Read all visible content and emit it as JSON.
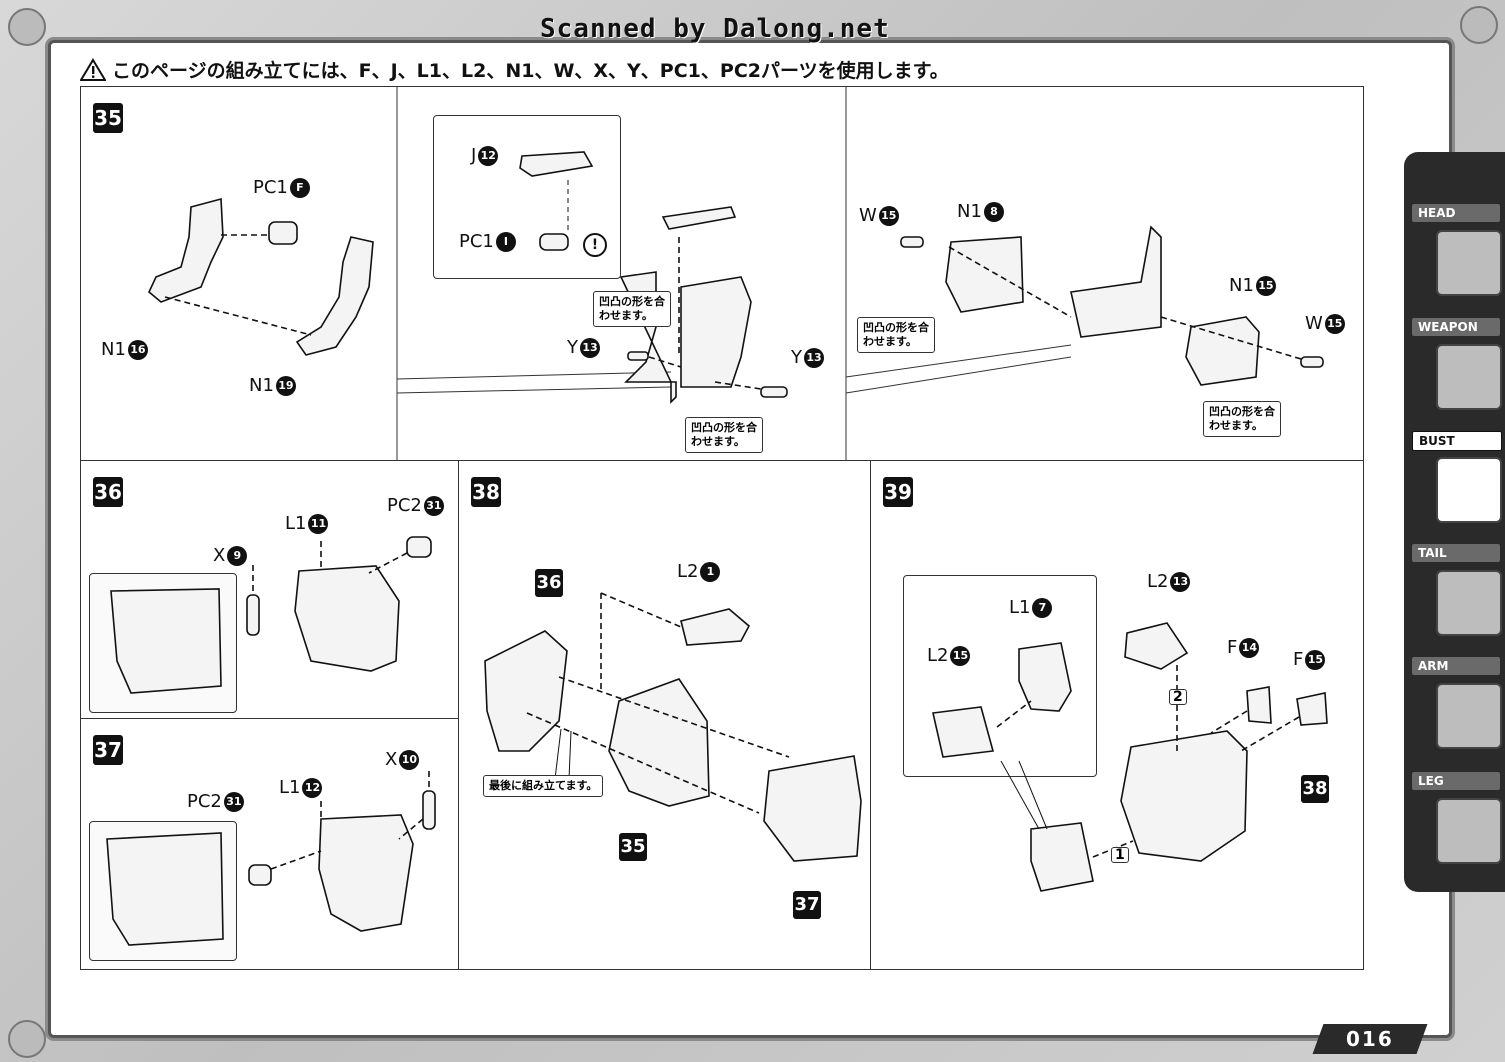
{
  "scan_credit": "Scanned by Dalong.net",
  "notice": "このページの組み立てには、F、J、L1、L2、N1、W、X、Y、PC1、PC2パーツを使用します。",
  "steps": {
    "s35": {
      "number": "35",
      "parts": {
        "pc1_f": {
          "name": "PC1",
          "num": "F"
        },
        "n1_16": {
          "name": "N1",
          "num": "16"
        },
        "n1_19": {
          "name": "N1",
          "num": "19"
        },
        "j_12": {
          "name": "J",
          "num": "12"
        },
        "pc1_i": {
          "name": "PC1",
          "num": "I"
        },
        "y_13a": {
          "name": "Y",
          "num": "13"
        },
        "y_13b": {
          "name": "Y",
          "num": "13"
        },
        "w_15a": {
          "name": "W",
          "num": "15"
        },
        "n1_8": {
          "name": "N1",
          "num": "8"
        },
        "n1_15": {
          "name": "N1",
          "num": "15"
        },
        "w_15b": {
          "name": "W",
          "num": "15"
        }
      },
      "caution": "!",
      "callout_a": [
        "凹凸の形を合",
        "わせます。"
      ],
      "callout_b": [
        "凹凸の形を合",
        "わせます。"
      ],
      "callout_c": [
        "凹凸の形を合",
        "わせます。"
      ],
      "callout_d": [
        "凹凸の形を合",
        "わせます。"
      ]
    },
    "s36": {
      "number": "36",
      "parts": {
        "x_9": {
          "name": "X",
          "num": "9"
        },
        "l1_11": {
          "name": "L1",
          "num": "11"
        },
        "pc2_31": {
          "name": "PC2",
          "num": "31"
        }
      }
    },
    "s37": {
      "number": "37",
      "parts": {
        "x_10": {
          "name": "X",
          "num": "10"
        },
        "l1_12": {
          "name": "L1",
          "num": "12"
        },
        "pc2_31": {
          "name": "PC2",
          "num": "31"
        }
      }
    },
    "s38": {
      "number": "38",
      "parts": {
        "l2_1": {
          "name": "L2",
          "num": "1"
        }
      },
      "ref_36": "36",
      "ref_35": "35",
      "ref_37": "37",
      "note": "最後に組み立てます。"
    },
    "s39": {
      "number": "39",
      "parts": {
        "l1_7": {
          "name": "L1",
          "num": "7"
        },
        "l2_15": {
          "name": "L2",
          "num": "15"
        },
        "l2_13": {
          "name": "L2",
          "num": "13"
        },
        "f_14": {
          "name": "F",
          "num": "14"
        },
        "f_15": {
          "name": "F",
          "num": "15"
        }
      },
      "ref_38": "38",
      "order_1": "1",
      "order_2": "2"
    }
  },
  "side_tabs": [
    {
      "label": "HEAD",
      "active": false
    },
    {
      "label": "WEAPON",
      "active": false
    },
    {
      "label": "BUST",
      "active": true
    },
    {
      "label": "TAIL",
      "active": false
    },
    {
      "label": "ARM",
      "active": false
    },
    {
      "label": "LEG",
      "active": false
    }
  ],
  "page_number": "016"
}
